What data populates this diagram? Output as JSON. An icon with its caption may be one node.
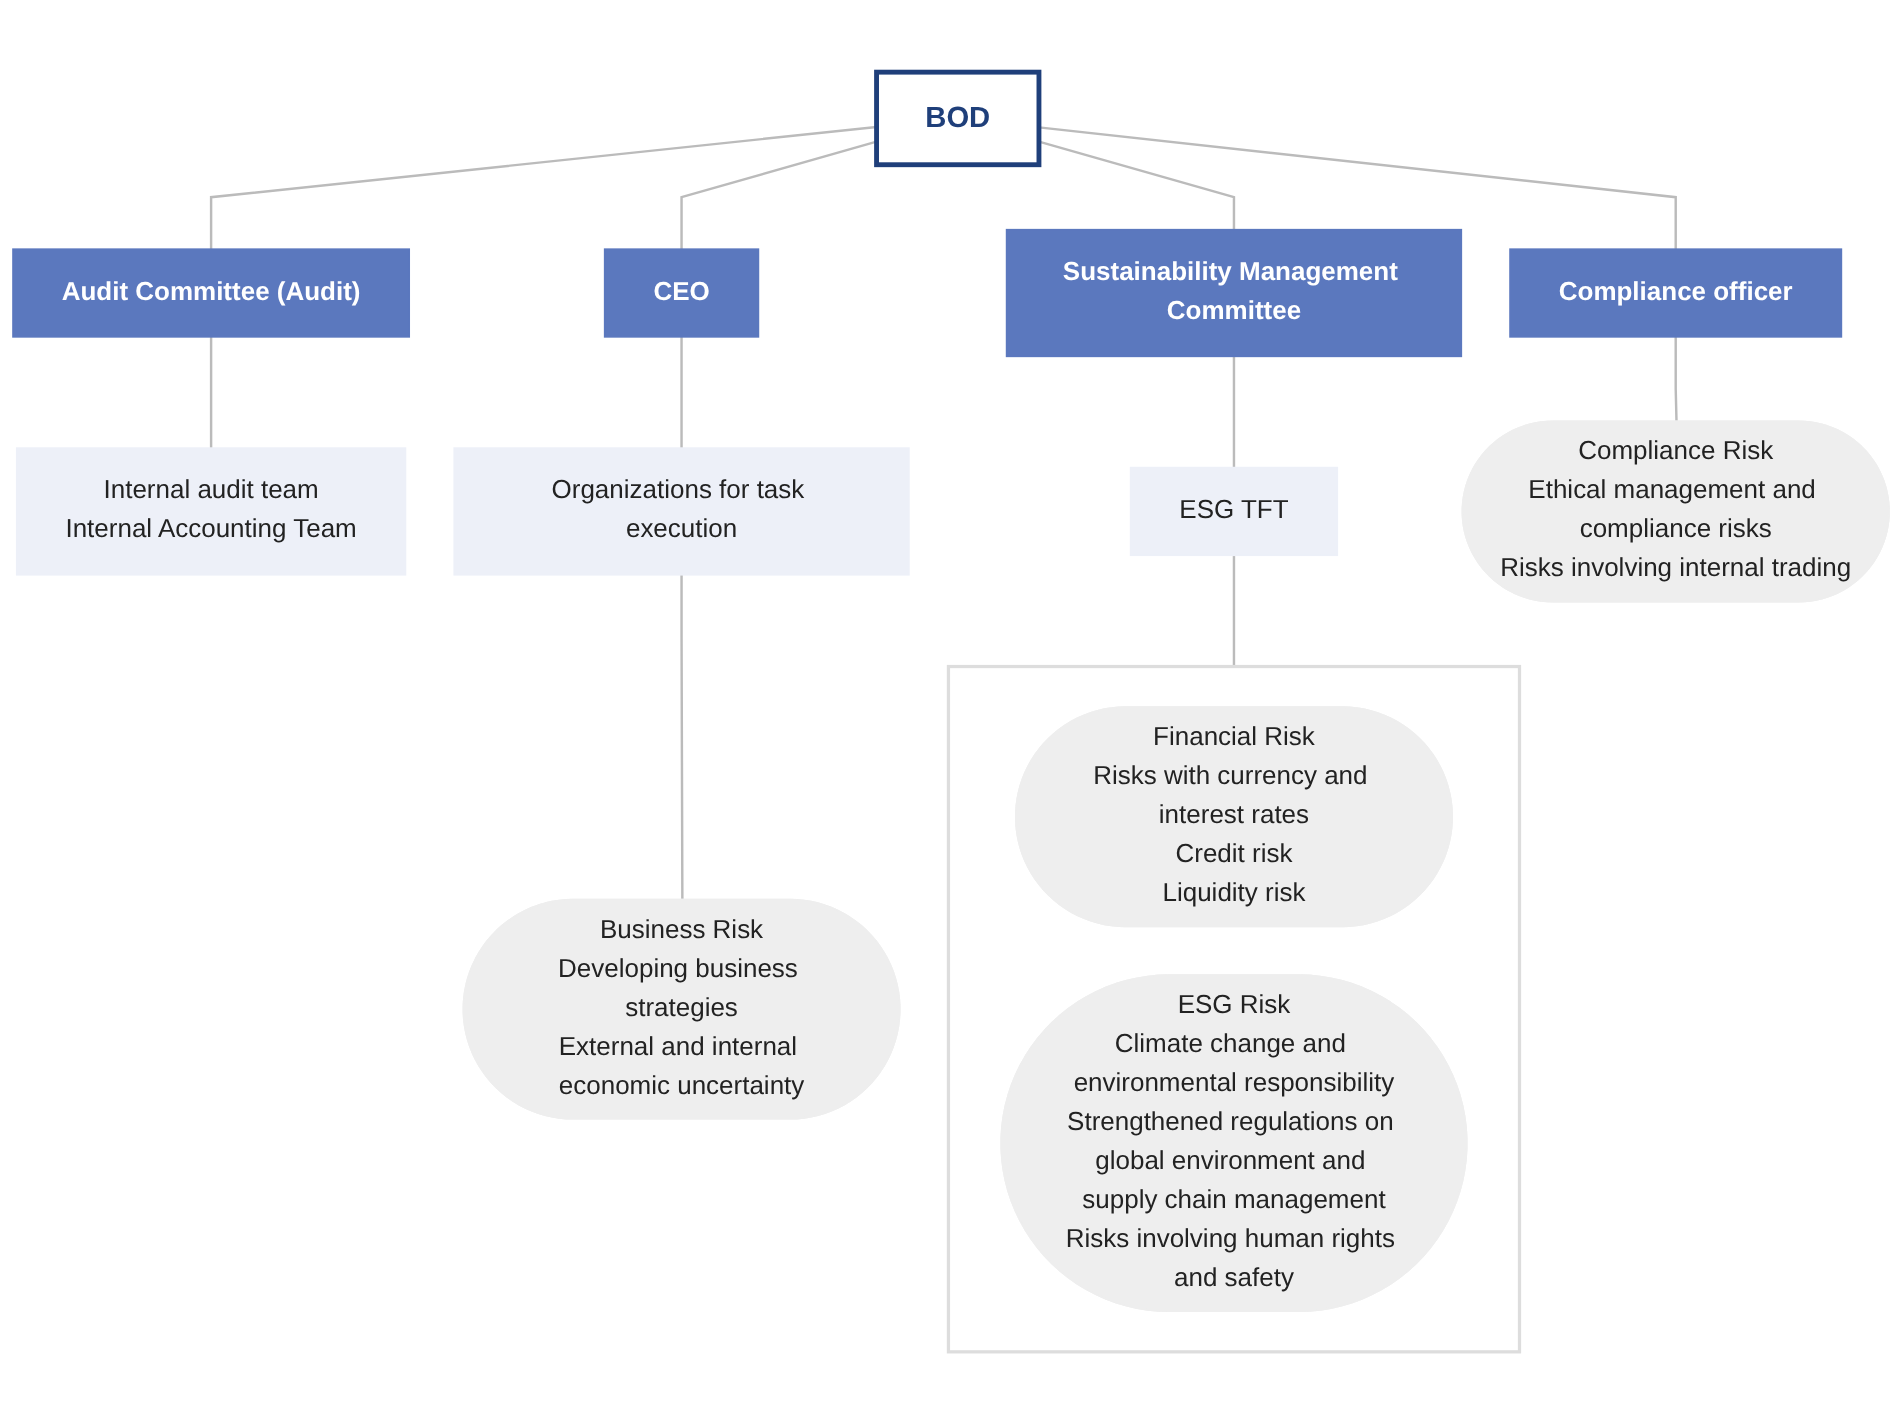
{
  "diagram": {
    "nodes": [
      {
        "text": [
          "BOD"
        ]
      },
      {
        "text": [
          "Audit Committee (Audit)"
        ]
      },
      {
        "text": [
          "CEO"
        ]
      },
      {
        "text": [
          "Sustainability Management Committee"
        ]
      },
      {
        "text": [
          "Compliance officer"
        ]
      },
      {
        "text": [
          "Internal audit team",
          "Internal Accounting Team"
        ]
      },
      {
        "text": [
          "Organizations for task execution"
        ]
      },
      {
        "text": [
          "ESG TFT"
        ]
      },
      {
        "text": [
          "Business Risk",
          "Developing business strategies",
          "External and internal economic uncertainty"
        ]
      },
      {
        "text": [],
        "shape": "box"
      },
      {
        "text": [
          "Financial Risk",
          "Risks with currency and interest rates",
          "Credit risk",
          "Liquidity risk"
        ],
        "in": 9
      },
      {
        "text": [
          "ESG Risk",
          "Climate change and environmental responsibility",
          "Strengthened regulations on global environment and supply chain management",
          "Risks involving human rights and safety"
        ],
        "in": 9
      },
      {
        "text": [
          "Compliance Risk",
          "Ethical management and compliance risks",
          "Risks involving internal trading"
        ]
      }
    ],
    "edges": [
      {
        "from": 0,
        "to": 1,
        "arrow": "none"
      },
      {
        "from": 0,
        "to": 2,
        "arrow": "none"
      },
      {
        "from": 0,
        "to": 3,
        "arrow": "none"
      },
      {
        "from": 0,
        "to": 4,
        "arrow": "none"
      },
      {
        "from": 1,
        "to": 5,
        "arrow": "none"
      },
      {
        "from": 2,
        "to": 6,
        "arrow": "none"
      },
      {
        "from": 3,
        "to": 7,
        "arrow": "none"
      },
      {
        "from": 4,
        "to": 12,
        "arrow": "none"
      },
      {
        "from": 6,
        "to": 8,
        "arrow": "none"
      },
      {
        "from": 7,
        "to": 9,
        "arrow": "none"
      }
    ]
  }
}
